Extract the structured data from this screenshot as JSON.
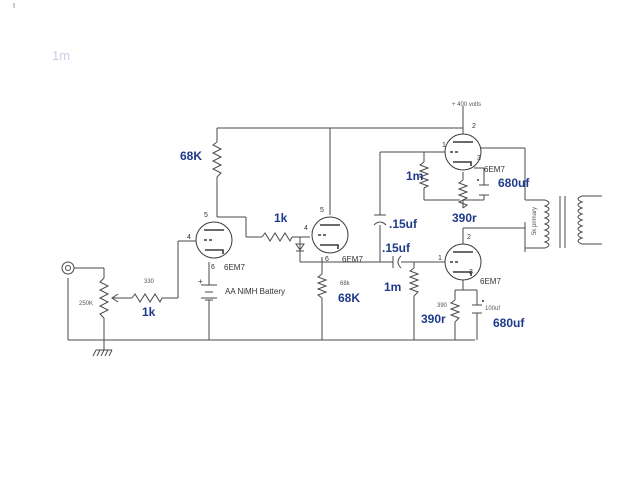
{
  "corner_text": "1m",
  "supply_label": "+ 400 volts",
  "tube_type": "6EM7",
  "battery_label": "AA NiMH Battery",
  "battery_plus": "+",
  "small_labels": {
    "r330": "330",
    "r250k": "250K",
    "r68k_small": "68k",
    "r390_small": "390",
    "c100uf_small": "100uf",
    "primary": "5k primary"
  },
  "pins": {
    "p1": "1",
    "p2": "2",
    "p3": "3",
    "p4": "4",
    "p5": "5",
    "p6": "6"
  },
  "overlays": {
    "r68k_top": "68K",
    "r1k_left": "1k",
    "r1k_mid": "1k",
    "r68k_bottom": "68K",
    "c15uf_a": ".15uf",
    "c15uf_b": ".15uf",
    "r1m_top": "1m",
    "r1m_bottom": "1m",
    "r390r_top": "390r",
    "r390r_bottom": "390r",
    "c680uf_top": "680uf",
    "c680uf_bottom": "680uf"
  }
}
